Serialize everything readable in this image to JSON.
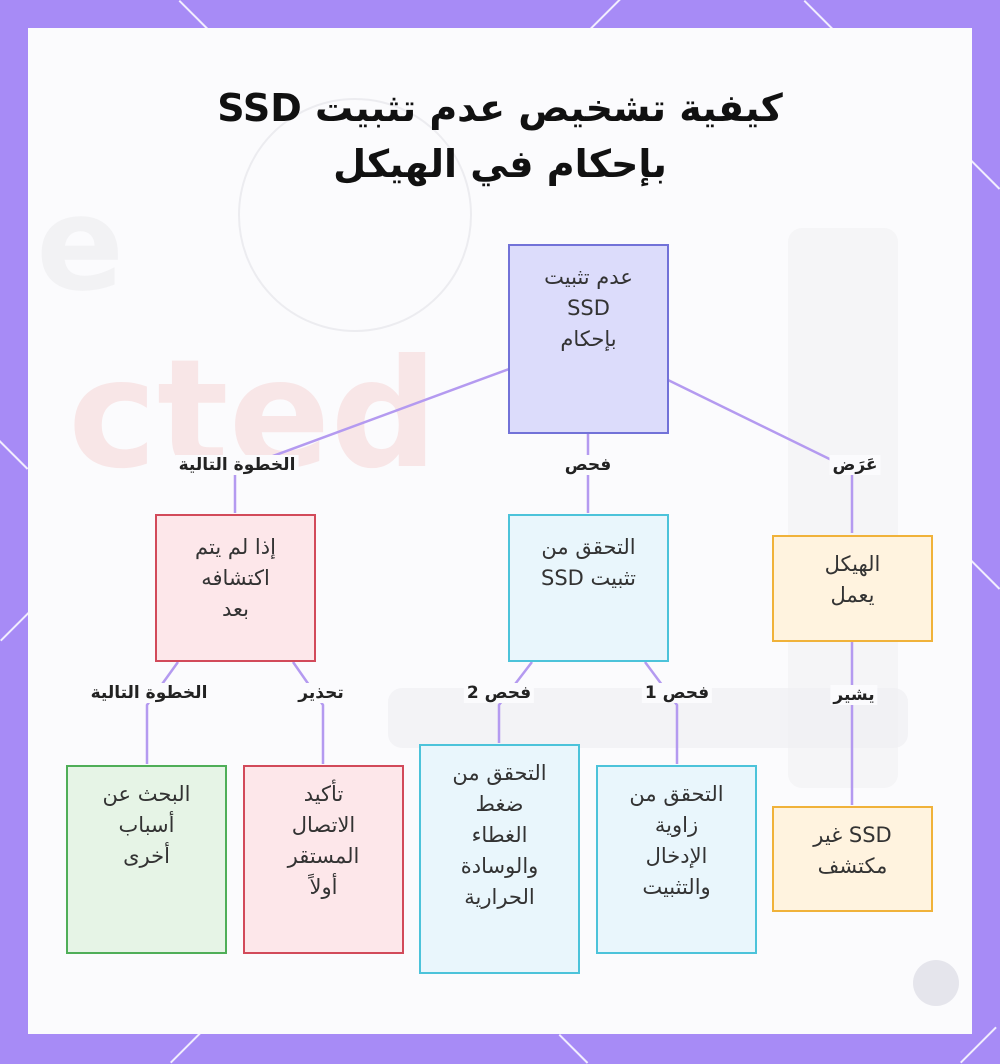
{
  "title": {
    "line1": "كيفية تشخيص عدم تثبيت SSD",
    "line2": "بإحكام في الهيكل"
  },
  "nodes": {
    "root": {
      "lines": [
        "عدم تثبيت",
        "SSD",
        "بإحكام"
      ]
    },
    "next_step": {
      "lines": [
        "إذا لم يتم",
        "اكتشافه",
        "بعد"
      ]
    },
    "check_mount": {
      "lines": [
        "التحقق من",
        "تثبيت SSD"
      ]
    },
    "case_works": {
      "lines": [
        "الهيكل",
        "يعمل"
      ]
    },
    "other_causes": {
      "lines": [
        "البحث عن",
        "أسباب",
        "أخرى"
      ]
    },
    "confirm_connection": {
      "lines": [
        "تأكيد",
        "الاتصال",
        "المستقر",
        "أولاً"
      ]
    },
    "check_pressure": {
      "lines": [
        "التحقق من",
        "ضغط",
        "الغطاء",
        "والوسادة",
        "الحرارية"
      ]
    },
    "check_angle": {
      "lines": [
        "التحقق من",
        "زاوية",
        "الإدخال",
        "والتثبيت"
      ]
    },
    "ssd_not_detected": {
      "lines": [
        "SSD غير",
        "مكتشف"
      ]
    }
  },
  "edge_labels": {
    "root_next": "الخطوة التالية",
    "root_check": "فحص",
    "root_symptom": "عَرَض",
    "next_other": "الخطوة التالية",
    "next_warning": "تحذير",
    "check_2": "فحص 2",
    "check_1": "فحص 1",
    "case_indicates": "يشير"
  },
  "background": {
    "ghost_letters_1": "e",
    "ghost_letters_2": "cted"
  },
  "colors": {
    "frame": "#a78bf6",
    "edge": "#b49af0",
    "root_fill": "#dcdcfb",
    "root_border": "#7272d8",
    "red_fill": "#fde7ea",
    "red_border": "#d24a5a",
    "blue_fill": "#e9f6fc",
    "blue_border": "#4cc3da",
    "orange_fill": "#fff3df",
    "orange_border": "#f0b23a",
    "green_fill": "#e6f4e6",
    "green_border": "#4fae58"
  }
}
